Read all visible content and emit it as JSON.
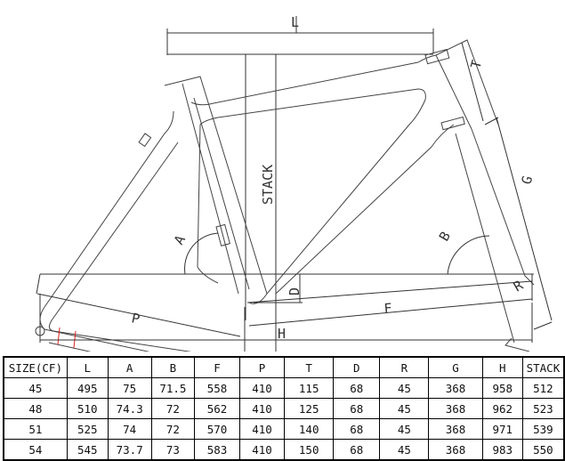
{
  "diagram": {
    "labels": {
      "L": "L",
      "STACK": "STACK",
      "T": "T",
      "G": "G",
      "A": "A",
      "B": "B",
      "D": "D",
      "R": "R",
      "P": "P",
      "F": "F",
      "H": "H"
    },
    "accent_color": "#e02020"
  },
  "table": {
    "headers": [
      "SIZE(CF)",
      "L",
      "A",
      "B",
      "F",
      "P",
      "T",
      "D",
      "R",
      "G",
      "H",
      "STACK"
    ],
    "rows": [
      [
        "45",
        "495",
        "75",
        "71.5",
        "558",
        "410",
        "115",
        "68",
        "45",
        "368",
        "958",
        "512"
      ],
      [
        "48",
        "510",
        "74.3",
        "72",
        "562",
        "410",
        "125",
        "68",
        "45",
        "368",
        "962",
        "523"
      ],
      [
        "51",
        "525",
        "74",
        "72",
        "570",
        "410",
        "140",
        "68",
        "45",
        "368",
        "971",
        "539"
      ],
      [
        "54",
        "545",
        "73.7",
        "73",
        "583",
        "410",
        "150",
        "68",
        "45",
        "368",
        "983",
        "550"
      ]
    ]
  }
}
